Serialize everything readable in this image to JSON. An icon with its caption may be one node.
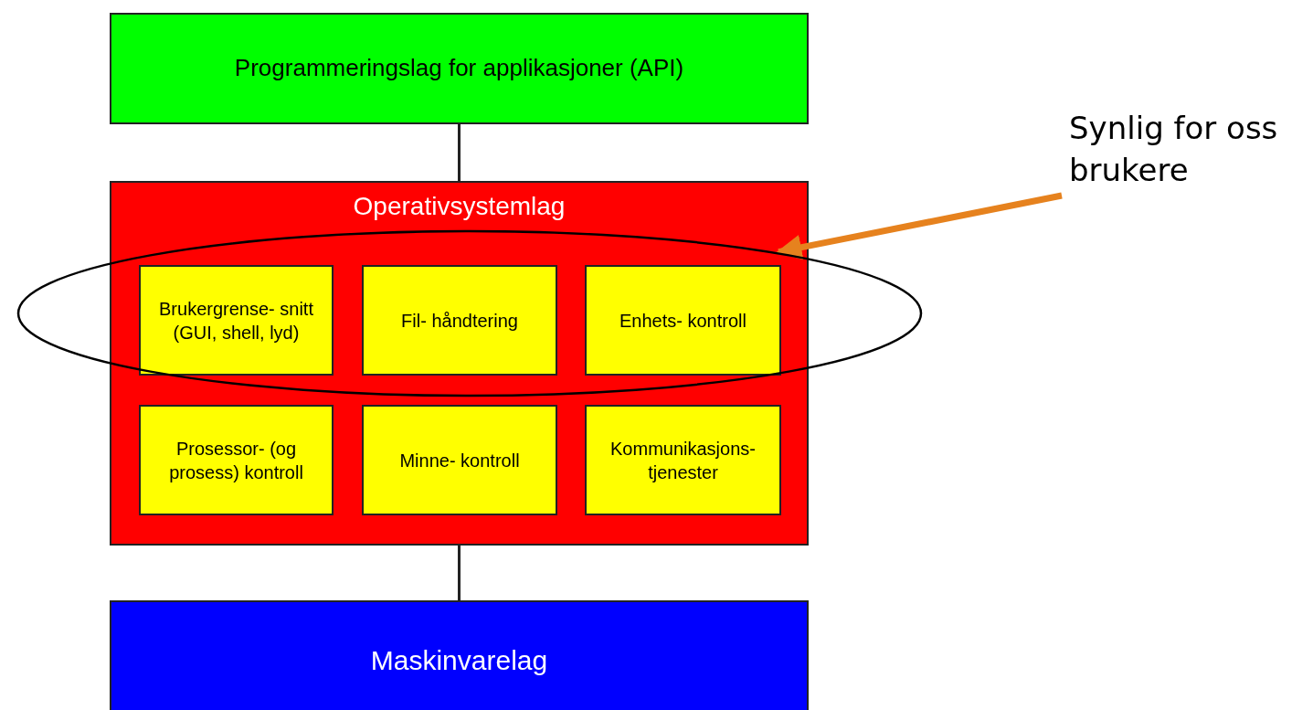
{
  "diagram": {
    "nodes": [
      {
        "text": [
          "Programmeringslag for applikasjoner (API)"
        ]
      },
      {
        "text": [
          "Operativsystemlag"
        ]
      },
      {
        "text": [
          "Brukergrense- snitt (GUI, shell, lyd)"
        ]
      },
      {
        "text": [
          "Fil- håndtering"
        ]
      },
      {
        "text": [
          "Enhets- kontroll"
        ]
      },
      {
        "text": [
          "Prosessor- (og prosess) kontroll"
        ],
        "in": 1
      },
      {
        "text": [
          "Minne- kontroll"
        ],
        "in": 1
      },
      {
        "text": [
          "Kommunikasjons- tjenester"
        ],
        "in": 1
      },
      {
        "text": [
          "Maskinvarelag"
        ]
      },
      {
        "text": [],
        "shape": "ellipse"
      },
      {
        "text": [
          "Synlig for oss brukere"
        ]
      }
    ],
    "edges": [
      {
        "from": 0,
        "to": 1,
        "arrow": "none"
      },
      {
        "from": 1,
        "to": 8,
        "arrow": "none"
      },
      {
        "from": 10,
        "to": 9,
        "arrow": "to",
        "style": "thick",
        "color": "#e6821e"
      }
    ]
  }
}
